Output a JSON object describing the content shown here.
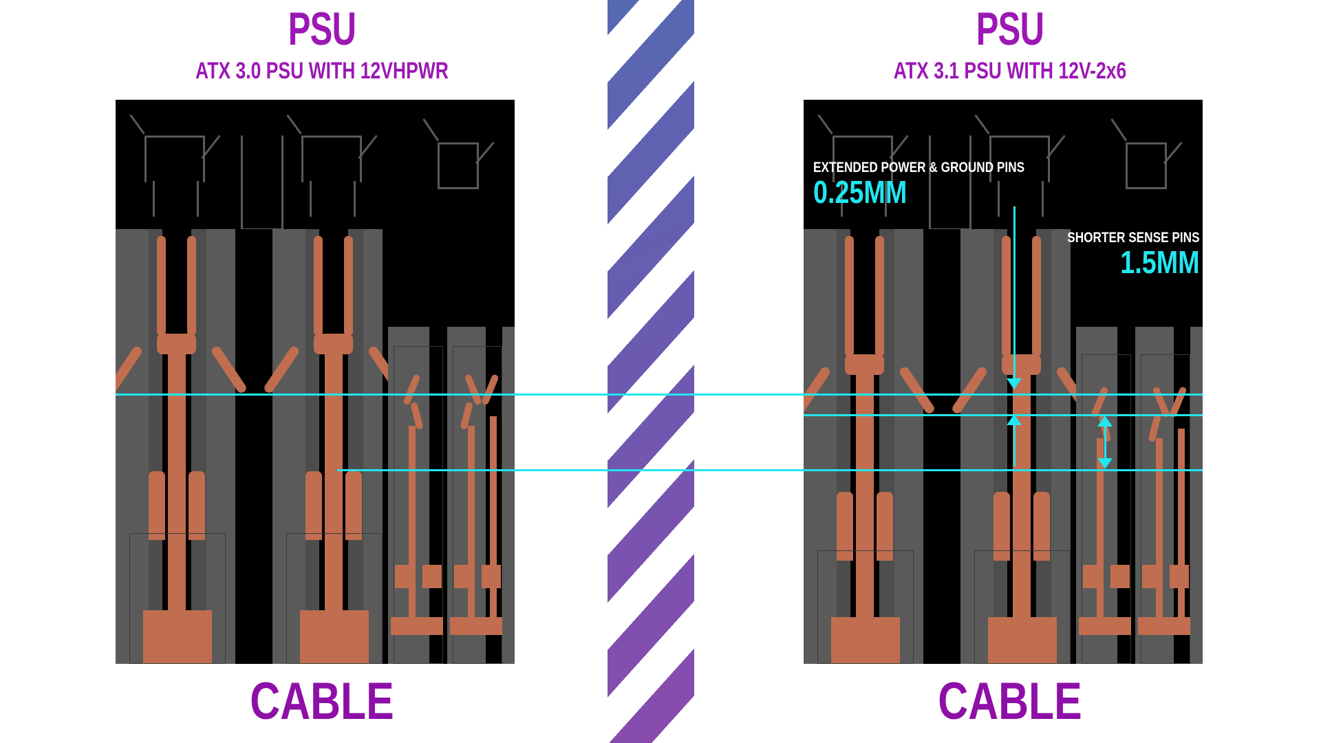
{
  "panels": [
    {
      "id": "left",
      "title": "PSU",
      "subtitle": "ATX 3.0 PSU WITH 12VHPWR",
      "footer": "CABLE",
      "annotations": []
    },
    {
      "id": "right",
      "title": "PSU",
      "subtitle": "ATX 3.1 PSU WITH 12V-2x6",
      "footer": "CABLE",
      "annotations": [
        {
          "heading": "EXTENDED POWER & GROUND PINS",
          "value": "0.25MM",
          "align": "left"
        },
        {
          "heading": "SHORTER SENSE PINS",
          "value": "1.5MM",
          "align": "right"
        }
      ]
    }
  ],
  "colors": {
    "title_purple": "#9B18B4",
    "footer_purple": "#8E0FA8",
    "cyan": "#22E6F0",
    "copper": "#C06E4F",
    "housing_grey": "#4D4D4D",
    "housing_grey_light": "#5A5A5A",
    "background_black": "#000000",
    "divider_gradient_start": "#5668B2",
    "divider_gradient_end": "#8A4AAE"
  }
}
